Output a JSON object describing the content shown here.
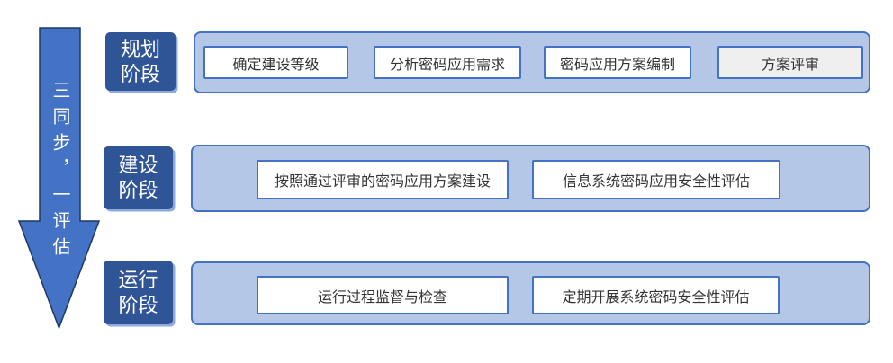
{
  "arrow": {
    "text": "三同步，一评估",
    "fill": "#4472C4",
    "stroke": "#1F3864"
  },
  "stages": [
    {
      "label": "规划阶段",
      "steps": [
        "确定建设等级",
        "分析密码应用需求",
        "密码应用方案编制",
        "方案评审"
      ]
    },
    {
      "label": "建设阶段",
      "steps": [
        "按照通过评审的密码应用方案建设",
        "信息系统密码应用安全性评估"
      ]
    },
    {
      "label": "运行阶段",
      "steps": [
        "运行过程监督与检查",
        "定期开展系统密码安全性评估"
      ]
    }
  ],
  "colors": {
    "accent_blue": "#4472C4",
    "stage_label_fill": "#2F5597",
    "stage_label_shadow": "#8EA9DB",
    "row_fill": "#B4C7E7",
    "row_border": "#4472C4",
    "step_fill": "#FFFFFF",
    "step_fill_highlight": "#EFEFEF",
    "step_border": "#4472C4",
    "arrow_fill": "#4472C4",
    "arrow_stroke": "#1F3864",
    "text_dark": "#333333",
    "text_light": "#FFFFFF"
  }
}
